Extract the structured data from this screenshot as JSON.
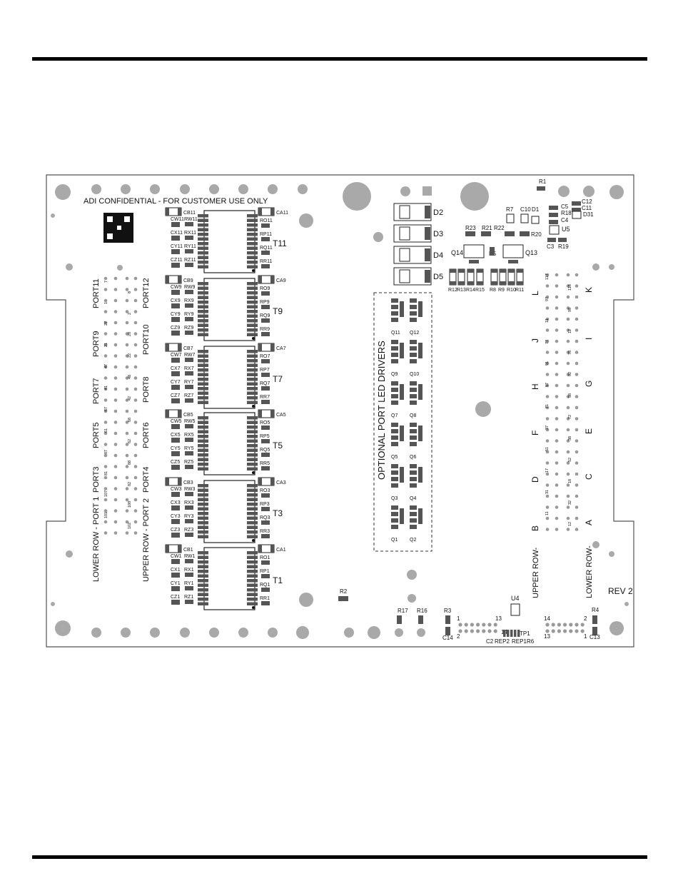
{
  "page": {
    "bg": "#ffffff",
    "board_outline": "#555555",
    "hole_fill": "#a9a9a9",
    "pad_fill": "#888888",
    "part_fill": "#555555"
  },
  "header": {
    "confidential": "ADI CONFIDENTIAL - FOR CUSTOMER USE ONLY"
  },
  "board": {
    "revision": "REV 2",
    "led_title": "OPTIONAL PORT LED DRIVERS",
    "left_port_labels_lower": [
      "PORT11",
      "PORT9",
      "PORT7",
      "PORT5",
      "PORT3"
    ],
    "left_port_labels_upper": [
      "PORT12",
      "PORT10",
      "PORT8",
      "PORT6",
      "PORT4"
    ],
    "left_row_lower": "LOWER ROW - PORT 1",
    "left_row_upper": "UPPER ROW - PORT 2",
    "right_upper_letters": [
      "B",
      "D",
      "F",
      "H",
      "J",
      "L"
    ],
    "right_lower_letters": [
      "A",
      "C",
      "E",
      "G",
      "I",
      "K"
    ],
    "right_row_upper": "UPPER ROW-",
    "right_row_lower": "LOWER ROW-"
  },
  "transformers": [
    {
      "name": "T11",
      "n": "11"
    },
    {
      "name": "T9",
      "n": "9"
    },
    {
      "name": "T7",
      "n": "7"
    },
    {
      "name": "T5",
      "n": "5"
    },
    {
      "name": "T3",
      "n": "3"
    },
    {
      "name": "T1",
      "n": "1"
    }
  ],
  "leds": [
    "D2",
    "D3",
    "D4",
    "D5"
  ],
  "misc_refs": {
    "r1": "R1",
    "r2": "R2",
    "r3": "R3",
    "r4": "R4",
    "r5": "R5",
    "r7": "R7",
    "r17": "R17",
    "r16": "R16",
    "r18": "R18",
    "r19": "R19",
    "r20": "R20",
    "r21": "R21",
    "r22": "R22",
    "r23": "R23",
    "c3": "C3",
    "c4": "C4",
    "c5": "C5",
    "c10": "C10",
    "c11": "C11",
    "c12": "C12",
    "c13": "C13",
    "c14": "C14",
    "c2": "C2",
    "d1": "D1",
    "d31": "D31",
    "u4": "U4",
    "u5": "U5",
    "q13": "Q13",
    "q14": "Q14",
    "tp1": "TP1",
    "rep1": "REP1",
    "rep2": "REP2",
    "r6": "R6",
    "bottom_resistors": [
      "R12",
      "R13",
      "R14",
      "R15",
      "R8",
      "R9",
      "R10",
      "R11"
    ]
  },
  "left_pin_numbers": [
    "7",
    "8",
    "1",
    "2",
    "27",
    "28",
    "21",
    "22",
    "47",
    "48",
    "41",
    "42",
    "67",
    "68",
    "61",
    "62",
    "87",
    "88",
    "81",
    "82",
    "107",
    "108",
    "101",
    "102"
  ],
  "right_pin_numbers": [
    "117",
    "118",
    "97",
    "98",
    "11",
    "12",
    "77",
    "78",
    "91",
    "92",
    "57",
    "58",
    "71",
    "72",
    "37",
    "38",
    "51",
    "52",
    "17",
    "18",
    "31",
    "32",
    "11",
    "12"
  ],
  "header_pins": {
    "left_a": "1",
    "left_b": "2",
    "left_c": "13",
    "right_a": "14",
    "right_b": "2",
    "right_c": "13",
    "right_d": "1",
    "mid": "14"
  }
}
